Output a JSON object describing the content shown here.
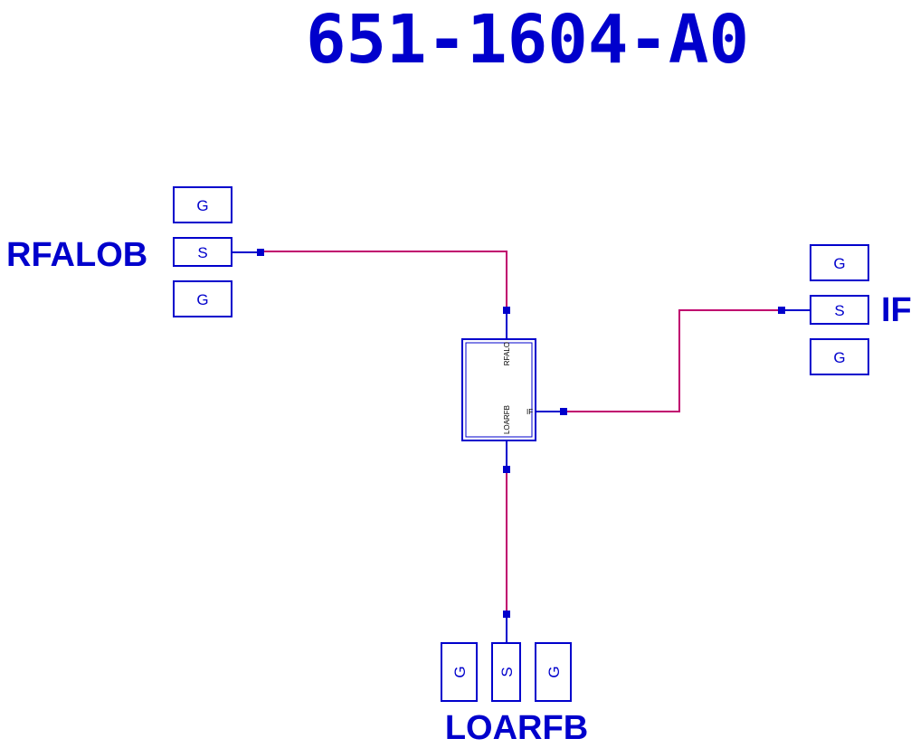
{
  "title": "651-1604-A0",
  "colors": {
    "component": "#0000cc",
    "wire": "#c0006e",
    "background": "#ffffff"
  },
  "ports": {
    "rfalob": {
      "label": "RFALOB",
      "pads": [
        "G",
        "S",
        "G"
      ]
    },
    "if": {
      "label": "IF",
      "pads": [
        "G",
        "S",
        "G"
      ]
    },
    "loarfb": {
      "label": "LOARFB",
      "pads": [
        "G",
        "S",
        "G"
      ]
    }
  },
  "component": {
    "pins": {
      "rfalo": "RFALO",
      "loarfb": "LOARFB",
      "if": "IF"
    }
  }
}
